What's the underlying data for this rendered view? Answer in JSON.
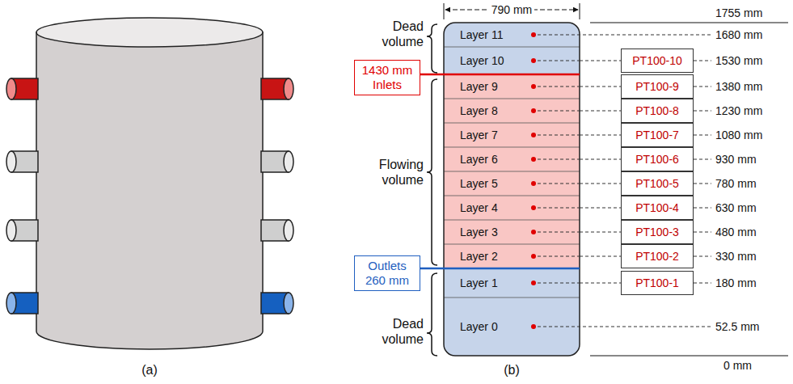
{
  "diagram": {
    "nodes": [
      {
        "text": [
          "Layer 11"
        ]
      },
      {
        "text": [
          "Layer 10"
        ]
      },
      {
        "text": [
          "Layer 9"
        ]
      },
      {
        "text": [
          "Layer 8"
        ]
      },
      {
        "text": [
          "Layer 7"
        ]
      },
      {
        "text": [
          "Layer 6"
        ]
      },
      {
        "text": [
          "Layer 5"
        ]
      },
      {
        "text": [
          "Layer 4"
        ]
      },
      {
        "text": [
          "Layer 3"
        ]
      },
      {
        "text": [
          "Layer 2"
        ]
      },
      {
        "text": [
          "Layer 1"
        ]
      },
      {
        "text": [
          "Layer 0"
        ]
      },
      {
        "text": [
          "PT100-10"
        ]
      },
      {
        "text": [
          "PT100-9"
        ]
      },
      {
        "text": [
          "PT100-8"
        ]
      },
      {
        "text": [
          "PT100-7"
        ]
      },
      {
        "text": [
          "PT100-6"
        ]
      },
      {
        "text": [
          "PT100-5"
        ]
      },
      {
        "text": [
          "PT100-4"
        ]
      },
      {
        "text": [
          "PT100-3"
        ]
      },
      {
        "text": [
          "PT100-2"
        ]
      },
      {
        "text": [
          "PT100-1"
        ]
      },
      {
        "text": [
          "1430 mm Inlets"
        ]
      },
      {
        "text": [
          "Outlets 260 mm"
        ]
      }
    ],
    "edges": [
      {
        "from": 1,
        "to": 12,
        "arrow": "none"
      },
      {
        "from": 2,
        "to": 13,
        "arrow": "none"
      },
      {
        "from": 3,
        "to": 14,
        "arrow": "none"
      },
      {
        "from": 4,
        "to": 15,
        "arrow": "none"
      },
      {
        "from": 5,
        "to": 16,
        "arrow": "none"
      },
      {
        "from": 6,
        "to": 17,
        "arrow": "none"
      },
      {
        "from": 7,
        "to": 18,
        "arrow": "none"
      },
      {
        "from": 8,
        "to": 19,
        "arrow": "none"
      },
      {
        "from": 9,
        "to": 20,
        "arrow": "none"
      },
      {
        "from": 10,
        "to": 21,
        "arrow": "none"
      }
    ],
    "labels": [
      "790 mm",
      "1755 mm",
      "1680 mm",
      "1530 mm",
      "1380 mm",
      "1230 mm",
      "1080 mm",
      "930 mm",
      "780 mm",
      "630 mm",
      "480 mm",
      "330 mm",
      "180 mm",
      "52.5 mm",
      "0 mm",
      "Dead volume",
      "Flowing volume",
      "Dead volume",
      "(a)",
      "(b)"
    ]
  }
}
